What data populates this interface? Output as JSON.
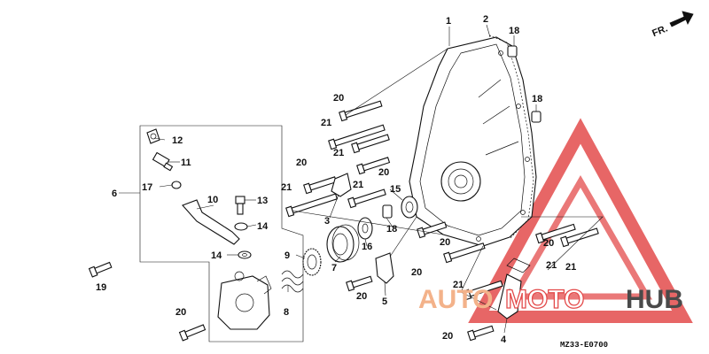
{
  "diagram": {
    "direction_label": "FR.",
    "diagram_code": "MZ33-E0700",
    "callouts": [
      {
        "id": "c1",
        "text": "1"
      },
      {
        "id": "c2",
        "text": "2"
      },
      {
        "id": "c3",
        "text": "3"
      },
      {
        "id": "c4",
        "text": "4"
      },
      {
        "id": "c5",
        "text": "5"
      },
      {
        "id": "c6",
        "text": "6"
      },
      {
        "id": "c7",
        "text": "7"
      },
      {
        "id": "c8",
        "text": "8"
      },
      {
        "id": "c9",
        "text": "9"
      },
      {
        "id": "c10",
        "text": "10"
      },
      {
        "id": "c11",
        "text": "11"
      },
      {
        "id": "c12",
        "text": "12"
      },
      {
        "id": "c13",
        "text": "13"
      },
      {
        "id": "c14a",
        "text": "14"
      },
      {
        "id": "c14b",
        "text": "14"
      },
      {
        "id": "c15",
        "text": "15"
      },
      {
        "id": "c16",
        "text": "16"
      },
      {
        "id": "c17",
        "text": "17"
      },
      {
        "id": "c18a",
        "text": "18"
      },
      {
        "id": "c18b",
        "text": "18"
      },
      {
        "id": "c18c",
        "text": "18"
      },
      {
        "id": "c19",
        "text": "19"
      },
      {
        "id": "c20a",
        "text": "20"
      },
      {
        "id": "c20b",
        "text": "20"
      },
      {
        "id": "c20c",
        "text": "20"
      },
      {
        "id": "c20d",
        "text": "20"
      },
      {
        "id": "c20e",
        "text": "20"
      },
      {
        "id": "c20f",
        "text": "20"
      },
      {
        "id": "c20g",
        "text": "20"
      },
      {
        "id": "c20h",
        "text": "20"
      },
      {
        "id": "c20i",
        "text": "20"
      },
      {
        "id": "c21a",
        "text": "21"
      },
      {
        "id": "c21b",
        "text": "21"
      },
      {
        "id": "c21c",
        "text": "21"
      },
      {
        "id": "c21d",
        "text": "21"
      },
      {
        "id": "c21e",
        "text": "21"
      },
      {
        "id": "c21f",
        "text": "21"
      },
      {
        "id": "c21g",
        "text": "21"
      }
    ]
  },
  "watermark": {
    "part_a": "AUTO",
    "part_b": "MOTO",
    "part_c": "HUB",
    "colors": {
      "triangle": "#e34b4b",
      "auto": "#f3b28a",
      "hub": "#4a4a4a"
    }
  }
}
